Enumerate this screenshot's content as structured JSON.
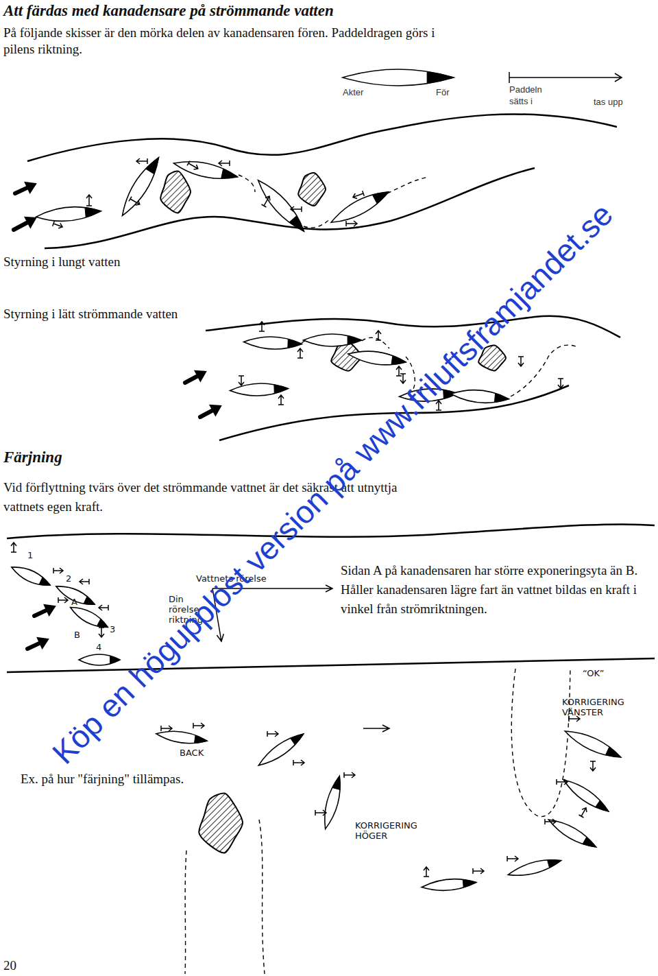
{
  "diagram": {
    "title": "Att färdas med kanadensare på strömmande vatten",
    "labels": [
      "På följande skisser är den mörka delen av kanadensaren fören. Paddeldragen görs i pilens riktning.",
      "Akter",
      "För",
      "Paddeln sätts i",
      "tas upp",
      "Styrning i lungt vatten",
      "Styrning i lätt strömmande vatten",
      "Färjning",
      "Vid förflyttning tvärs över det strömmande vattnet är det säkrast att utnyttja vattnets egen kraft.",
      "1",
      "2",
      "A",
      "3",
      "B",
      "4",
      "Vattnets rörelse",
      "Din rörelse riktning",
      "Sidan A på kanadensaren har större exponeringsyta än B. Håller kanadensaren lägre fart än vattnet bildas en kraft i vinkel från strömriktningen.",
      "BACK",
      "Ex. på hur \"färjning\" tillämpas.",
      "KORRIGERING HÖGER",
      "“OK”",
      "KORRIGERING VÄNSTER",
      "Köp en högupplöst version på www.friluftsframjandet.se",
      "20"
    ]
  }
}
